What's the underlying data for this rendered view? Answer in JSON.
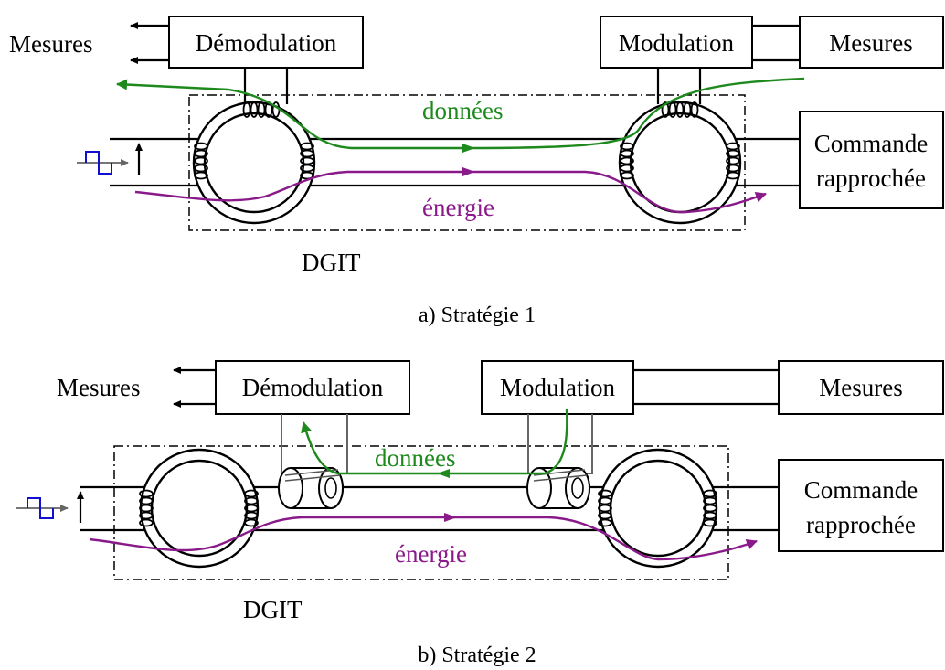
{
  "strategy1": {
    "left_measures": "Mesures",
    "demodulation": "Démodulation",
    "modulation": "Modulation",
    "right_measures": "Mesures",
    "data_flow": "données",
    "energy_flow": "énergie",
    "control_line1": "Commande",
    "control_line2": "rapprochée",
    "block": "DGIT",
    "caption": "a) Stratégie 1"
  },
  "strategy2": {
    "left_measures": "Mesures",
    "demodulation": "Démodulation",
    "modulation": "Modulation",
    "right_measures": "Mesures",
    "data_flow": "données",
    "energy_flow": "énergie",
    "control_line1": "Commande",
    "control_line2": "rapprochée",
    "block": "DGIT",
    "caption": "b) Stratégie 2"
  },
  "colors": {
    "data": "#1e8a1e",
    "energy": "#8a1a8a",
    "signal": "#1010d0"
  },
  "icons": [
    "square-wave-source-icon",
    "arrow-icon",
    "toroid-transformer-icon",
    "coil-icon",
    "cylindrical-core-icon"
  ]
}
